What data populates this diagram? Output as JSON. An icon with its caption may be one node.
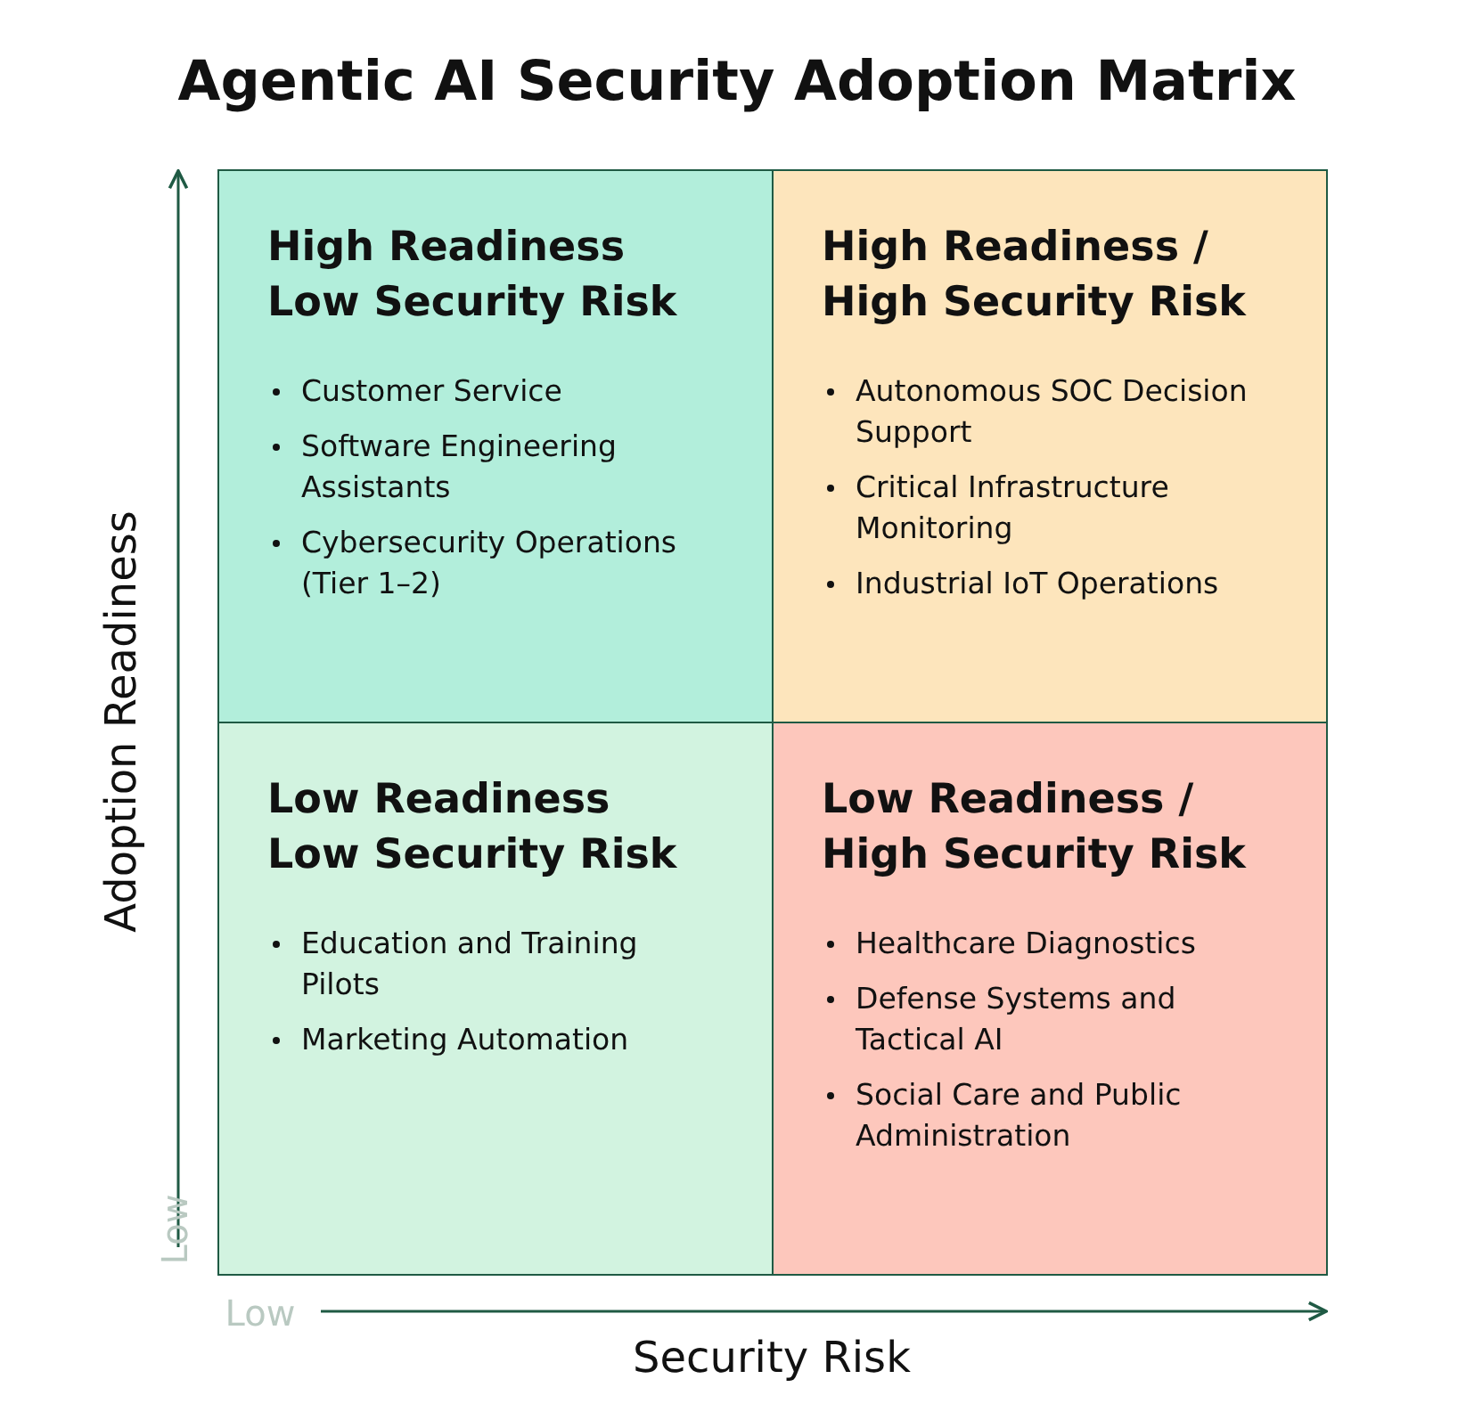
{
  "diagram": {
    "title": "Agentic AI Security Adoption Matrix",
    "nodes": [
      {
        "text": [
          "High Readiness Low Security Risk",
          "Customer Service",
          "Software Engineering Assistants",
          "Cybersecurity Operations (Tier 1–2)"
        ]
      },
      {
        "text": [
          "High Readiness / High Security Risk",
          "Autonomous SOC Decision Support",
          "Critical Infrastructure Monitoring",
          "Industrial IoT Operations"
        ]
      },
      {
        "text": [
          "Low Readiness Low Security Risk",
          "Education and Training Pilots",
          "Marketing Automation"
        ]
      },
      {
        "text": [
          "Low Readiness / High Security Risk",
          "Healthcare Diagnostics",
          "Defense Systems and Tactical AI",
          "Social Care and Public Administration"
        ]
      }
    ],
    "labels": [
      "Adoption Readiness",
      "Low",
      "Low",
      "Security Risk"
    ]
  }
}
